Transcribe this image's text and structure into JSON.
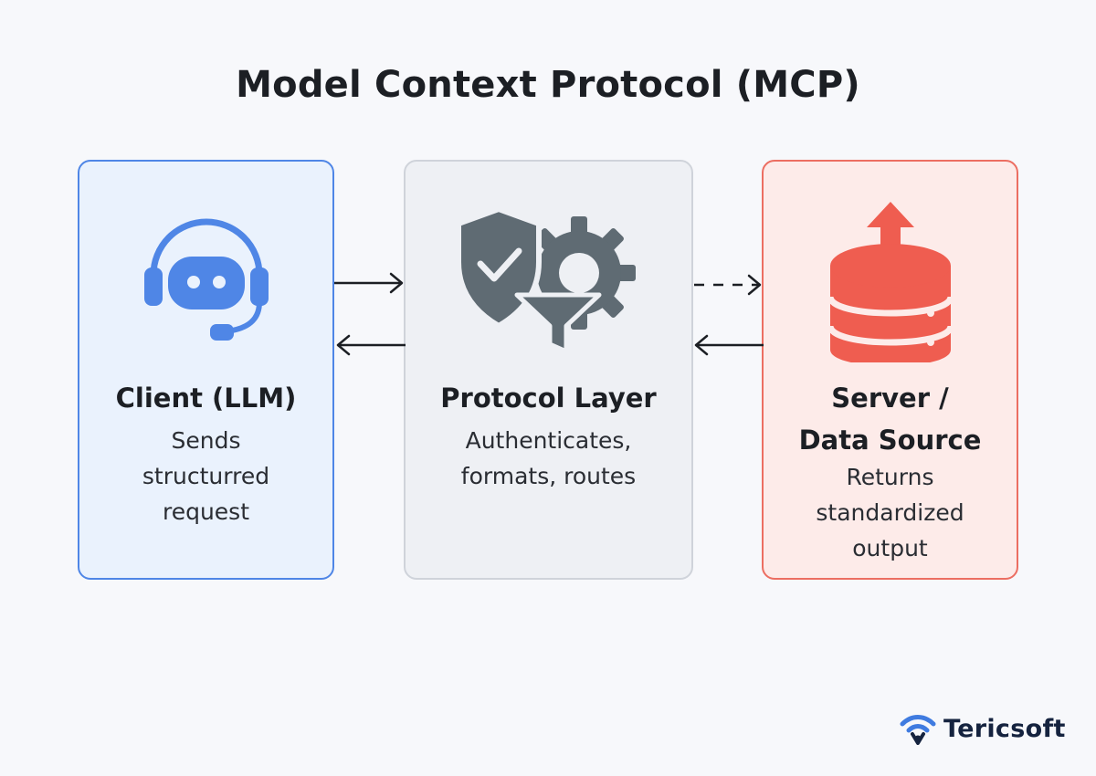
{
  "title": "Model Context Protocol (MCP)",
  "colors": {
    "client_accent": "#4f86e6",
    "protocol_icon": "#5f6b73",
    "server_accent": "#ef5d50",
    "arrow": "#1c1f24"
  },
  "cards": {
    "client": {
      "icon": "headset-bot-icon",
      "heading": [
        "Client (LLM)"
      ],
      "description": [
        "Sends",
        "structurred",
        "request"
      ]
    },
    "protocol": {
      "icon": "shield-gear-funnel-icon",
      "heading": [
        "Protocol Layer"
      ],
      "description": [
        "Authenticates,",
        "formats, routes"
      ]
    },
    "server": {
      "icon": "database-upload-icon",
      "heading": [
        "Server /",
        "Data Source"
      ],
      "description": [
        "Returns",
        "standardized",
        "output"
      ]
    }
  },
  "arrows": [
    {
      "from": "client",
      "to": "protocol",
      "style": "solid"
    },
    {
      "from": "protocol",
      "to": "client",
      "style": "solid"
    },
    {
      "from": "protocol",
      "to": "server",
      "style": "dashed"
    },
    {
      "from": "server",
      "to": "protocol",
      "style": "solid"
    }
  ],
  "brand": {
    "name": "Tericsoft",
    "icon": "wifi-logo-icon"
  }
}
